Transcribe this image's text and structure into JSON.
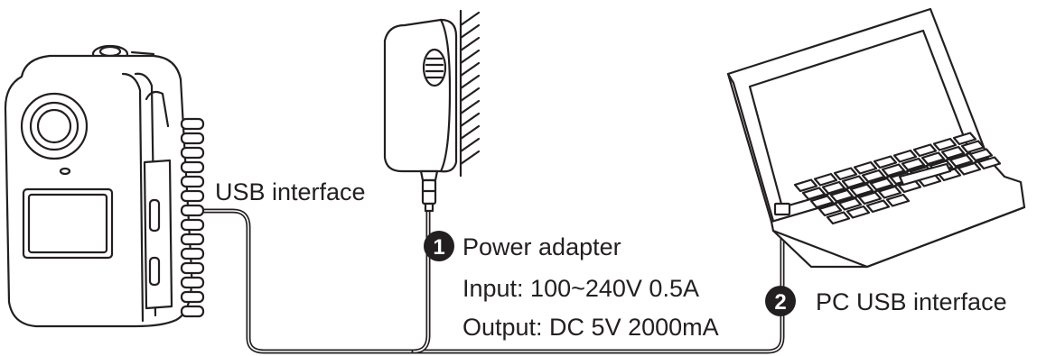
{
  "labels": {
    "usb_interface": "USB interface",
    "power_adapter": "Power adapter",
    "input_spec": "Input: 100~240V 0.5A",
    "output_spec": "Output: DC 5V 2000mA",
    "pc_usb_interface": "PC USB interface"
  },
  "badges": {
    "one": "1",
    "two": "2"
  },
  "icons": {
    "camera": "body-camera-icon",
    "adapter": "wall-power-adapter-icon",
    "laptop": "laptop-icon"
  },
  "colors": {
    "ink": "#231f20",
    "background": "#ffffff"
  }
}
